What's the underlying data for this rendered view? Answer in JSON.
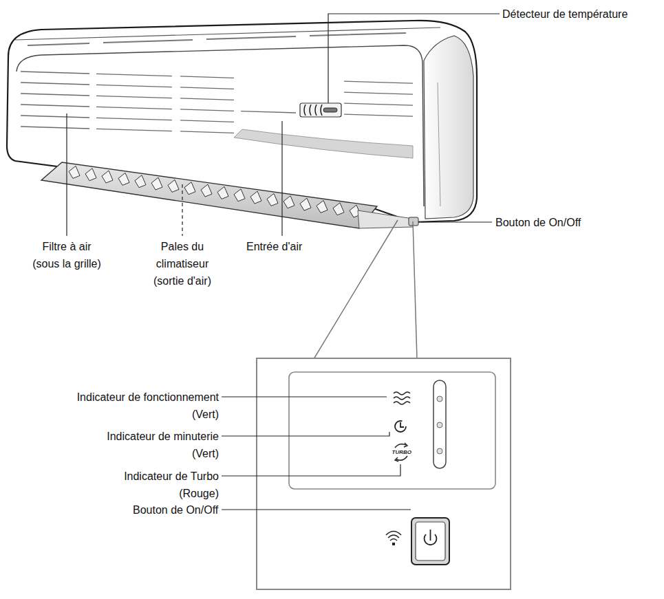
{
  "diagram": {
    "labels": [
      "Détecteur de température",
      "Bouton de On/Off",
      "Filtre à air (sous la grille)",
      "Pales du climatiseur (sortie d'air)",
      "Entrée d'air",
      "Indicateur de fonctionnement (Vert)",
      "Indicateur de minuterie (Vert)",
      "Indicateur de Turbo (Rouge)",
      "Bouton de On/Off",
      "TURBO"
    ]
  }
}
